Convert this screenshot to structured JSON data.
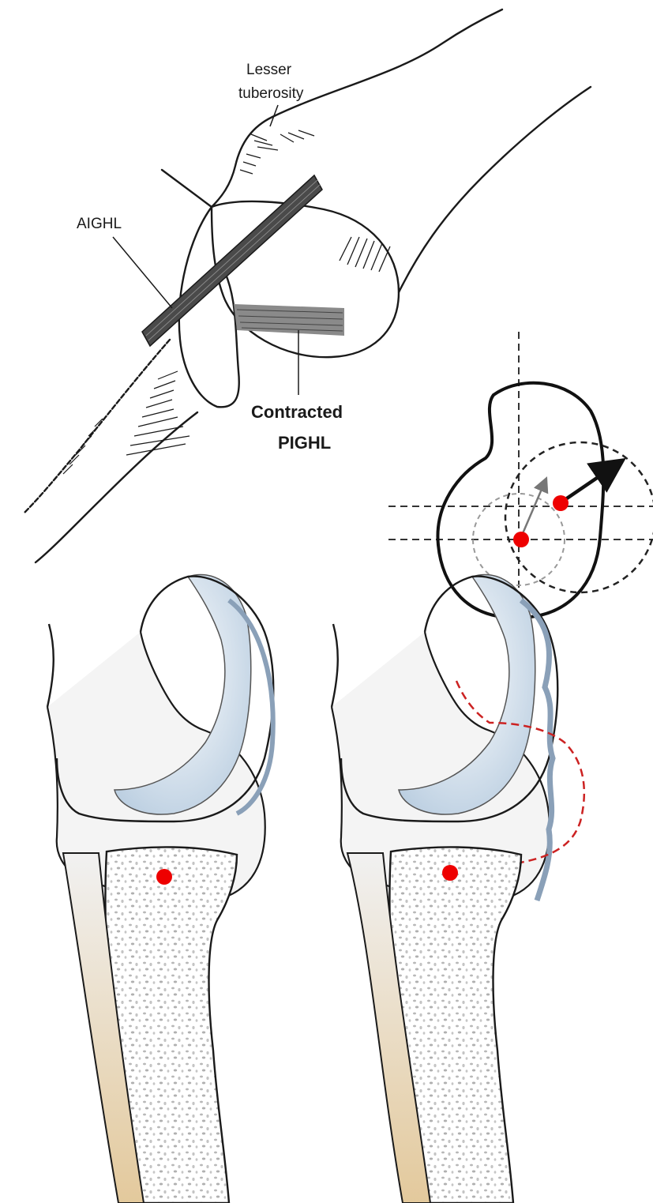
{
  "labels": {
    "lesser_tuberosity_line1": "Lesser",
    "lesser_tuberosity_line2": "tuberosity",
    "aighl": "AIGHL",
    "contracted_line1": "Contracted",
    "contracted_line2": "PIGHL"
  },
  "colors": {
    "ink": "#1a1a1a",
    "rotation_center": "#ee0000",
    "cartilage": "#c9d8e6",
    "bone_fill": "#f4f4f4",
    "cancellous": "#bcbcbc",
    "tendon": "#e6cfa6",
    "displacement_outline": "#cc2222"
  },
  "icons": {
    "center_marker": "red-dot",
    "translation_arrow": "arrow"
  }
}
